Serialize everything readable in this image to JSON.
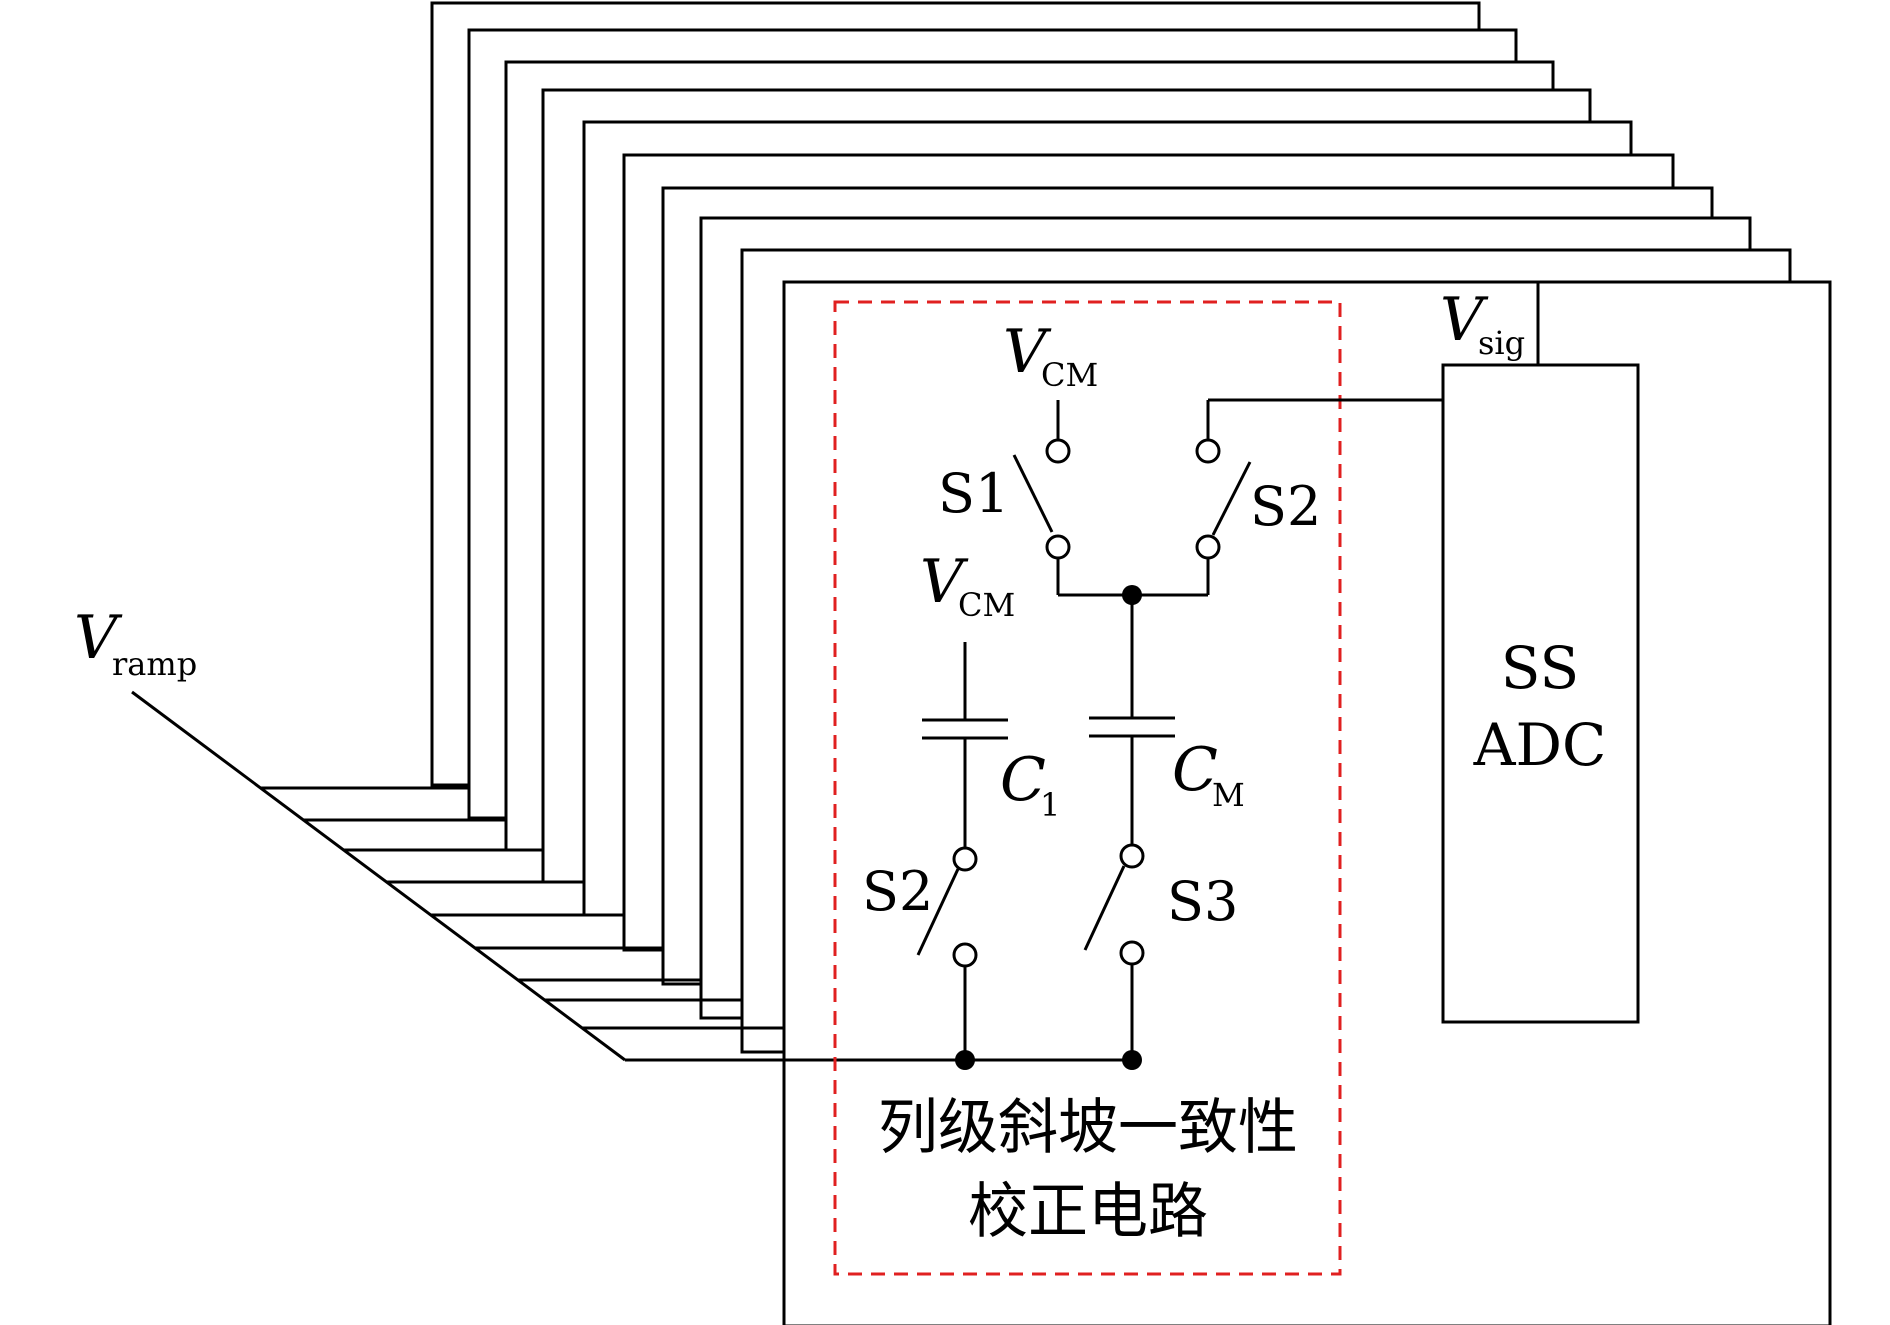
{
  "labels": {
    "v_ramp_main": "V",
    "v_ramp_sub": "ramp",
    "v_sig_main": "V",
    "v_sig_sub": "sig",
    "v_cm_main": "V",
    "v_cm_sub": "CM",
    "c1_main": "C",
    "c1_sub": "1",
    "cm_main": "C",
    "cm_sub": "M",
    "s1": "S1",
    "s2": "S2",
    "s3": "S3",
    "adc_line1": "SS",
    "adc_line2": "ADC",
    "caption_line1": "列级斜坡一致性",
    "caption_line2": "校正电路"
  },
  "colors": {
    "wire": "#000000",
    "dashed_box": "#e02020"
  }
}
